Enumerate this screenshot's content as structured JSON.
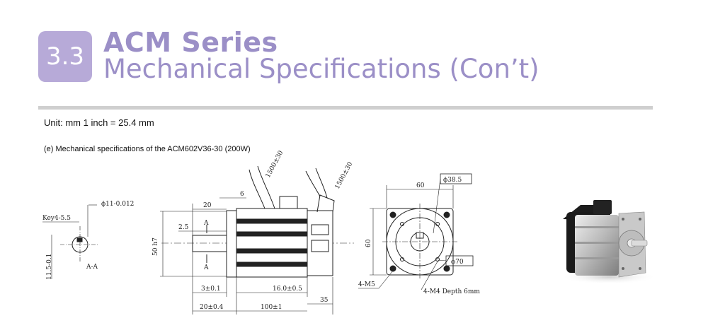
{
  "header": {
    "section_number": "3.3",
    "series_title": "ACM Series",
    "subtitle": "Mechanical Specifications (Con’t)"
  },
  "unit_note": "Unit: mm   1 inch = 25.4 mm",
  "caption": "(e) Mechanical specifications of the ACM602V36-30 (200W)",
  "drawing_labels": {
    "shaft_dia": "ϕ11-0.012",
    "key": "Key4-5.5",
    "key_height": "11.5-0.1",
    "section": "A-A",
    "d20": "20",
    "d6": "6",
    "d25": "2.5",
    "cable1": "1500±30",
    "cable2": "1500±30",
    "flange_dia": "50 h7",
    "a_top": "A",
    "a_bottom": "A",
    "d3": "3±0.1",
    "d16": "16.0±0.5",
    "d20b": "20±0.4",
    "d100": "100±1",
    "d35": "35",
    "d60": "60",
    "d60v": "60",
    "pcd": "ϕ38.5",
    "bolt_circle": "ϕ70",
    "holes": "4-M5",
    "tapped": "4-M4  Depth 6mm"
  },
  "colors": {
    "badge": "#b7aad8",
    "title": "#9b8fc7",
    "rule": "#cfcfcf"
  }
}
